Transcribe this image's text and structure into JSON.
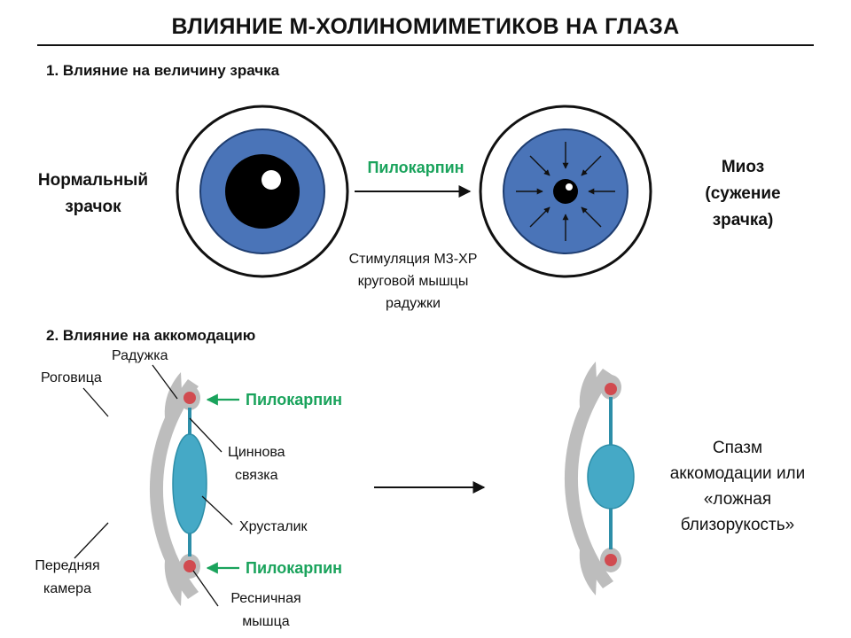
{
  "title": "ВЛИЯНИЕ М-ХОЛИНОМИМЕТИКОВ НА ГЛАЗА",
  "section1": {
    "heading": "1. Влияние на величину зрачка",
    "left_label_line1": "Нормальный",
    "left_label_line2": "зрачок",
    "drug": "Пилокарпин",
    "mechanism_line1": "Стимуляция М3-ХР",
    "mechanism_line2": "круговой мышцы",
    "mechanism_line3": "радужки",
    "right_label_line1": "Миоз",
    "right_label_line2": "(сужение",
    "right_label_line3": "зрачка)"
  },
  "section2": {
    "heading": "2. Влияние на аккомодацию",
    "labels": {
      "iris": "Радужка",
      "cornea": "Роговица",
      "zonule_line1": "Циннова",
      "zonule_line2": "связка",
      "lens": "Хрусталик",
      "anterior_line1": "Передняя",
      "anterior_line2": "камера",
      "ciliary_line1": "Ресничная",
      "ciliary_line2": "мышца"
    },
    "drug_top": "Пилокарпин",
    "drug_bottom": "Пилокарпин",
    "result_line1": "Спазм",
    "result_line2": "аккомодации или",
    "result_line3": "«ложная",
    "result_line4": "близорукость»"
  },
  "colors": {
    "iris_blue": "#4a74b8",
    "lens_teal": "#45a9c6",
    "zonule_teal": "#2d8ea8",
    "muscle_red": "#d14b50",
    "tissue_gray": "#bdbdbd",
    "drug_green": "#1aa35c"
  }
}
